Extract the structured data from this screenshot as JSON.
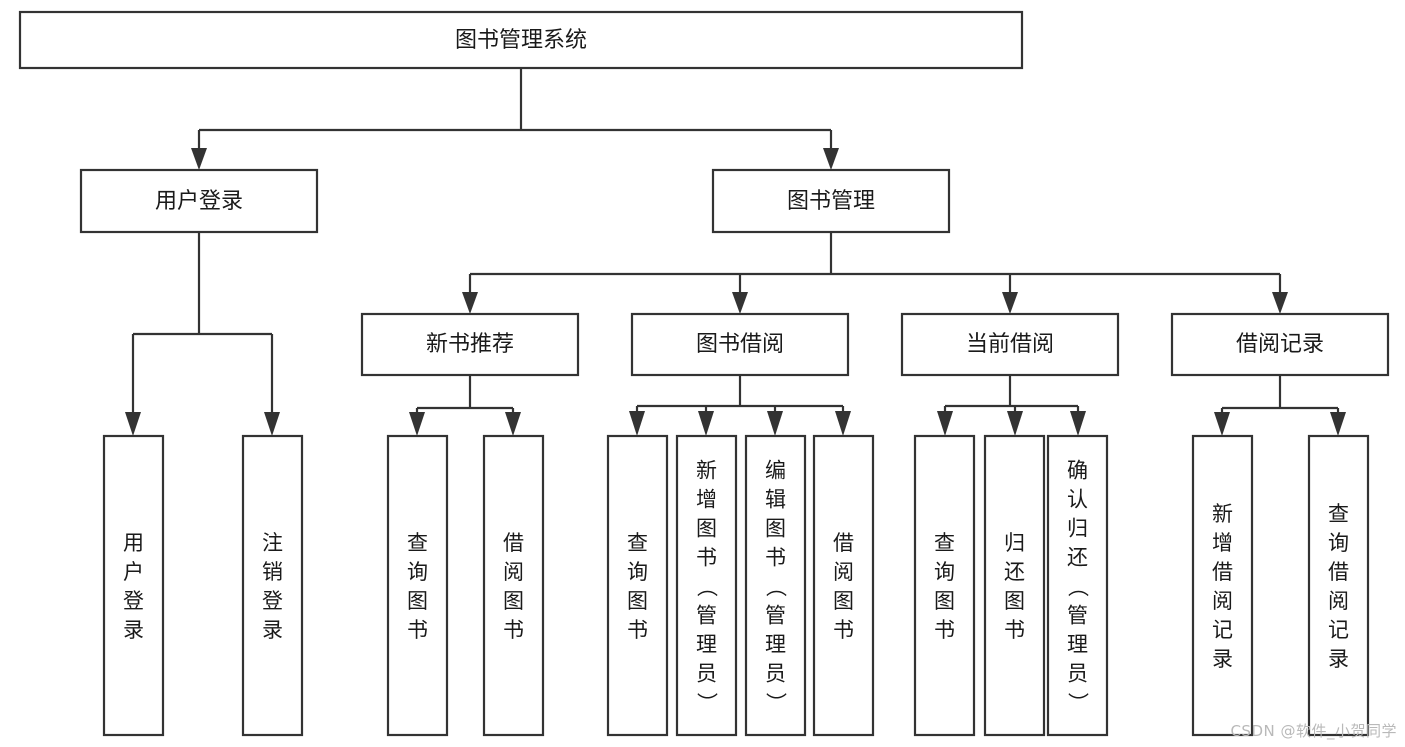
{
  "diagram": {
    "title": "图书管理系统",
    "type": "hierarchy-tree",
    "root": {
      "id": "root",
      "label": "图书管理系统",
      "orientation": "horizontal"
    },
    "level2": [
      {
        "id": "user-login",
        "label": "用户登录",
        "orientation": "horizontal"
      },
      {
        "id": "book-manage",
        "label": "图书管理",
        "orientation": "horizontal"
      }
    ],
    "level3": [
      {
        "id": "new-book-rec",
        "label": "新书推荐",
        "orientation": "horizontal"
      },
      {
        "id": "book-borrow",
        "label": "图书借阅",
        "orientation": "horizontal"
      },
      {
        "id": "current-borrow",
        "label": "当前借阅",
        "orientation": "horizontal"
      },
      {
        "id": "borrow-record",
        "label": "借阅记录",
        "orientation": "horizontal"
      }
    ],
    "leaves": [
      {
        "id": "leaf-user-login",
        "parent": "user-login",
        "label": "用户登录",
        "orientation": "vertical"
      },
      {
        "id": "leaf-user-logout",
        "parent": "user-login",
        "label": "注销登录",
        "orientation": "vertical"
      },
      {
        "id": "leaf-query-book-1",
        "parent": "new-book-rec",
        "label": "查询图书",
        "orientation": "vertical"
      },
      {
        "id": "leaf-borrow-book-1",
        "parent": "new-book-rec",
        "label": "借阅图书",
        "orientation": "vertical"
      },
      {
        "id": "leaf-query-book-2",
        "parent": "book-borrow",
        "label": "查询图书",
        "orientation": "vertical"
      },
      {
        "id": "leaf-add-book",
        "parent": "book-borrow",
        "label": "新增图书（管理员）",
        "orientation": "vertical"
      },
      {
        "id": "leaf-edit-book",
        "parent": "book-borrow",
        "label": "编辑图书（管理员）",
        "orientation": "vertical"
      },
      {
        "id": "leaf-borrow-book-2",
        "parent": "book-borrow",
        "label": "借阅图书",
        "orientation": "vertical"
      },
      {
        "id": "leaf-query-book-3",
        "parent": "current-borrow",
        "label": "查询图书",
        "orientation": "vertical"
      },
      {
        "id": "leaf-return-book",
        "parent": "current-borrow",
        "label": "归还图书",
        "orientation": "vertical"
      },
      {
        "id": "leaf-confirm-return",
        "parent": "current-borrow",
        "label": "确认归还（管理员）",
        "orientation": "vertical"
      },
      {
        "id": "leaf-add-record",
        "parent": "borrow-record",
        "label": "新增借阅记录",
        "orientation": "vertical"
      },
      {
        "id": "leaf-query-record",
        "parent": "borrow-record",
        "label": "查询借阅记录",
        "orientation": "vertical"
      }
    ],
    "colors": {
      "box_stroke": "#333333",
      "box_fill": "#ffffff",
      "text": "#1a1a1a",
      "connector": "#333333",
      "watermark": "#b9b9b9",
      "background": "#ffffff"
    }
  },
  "watermark": {
    "text": "CSDN @软件_小贺同学"
  }
}
